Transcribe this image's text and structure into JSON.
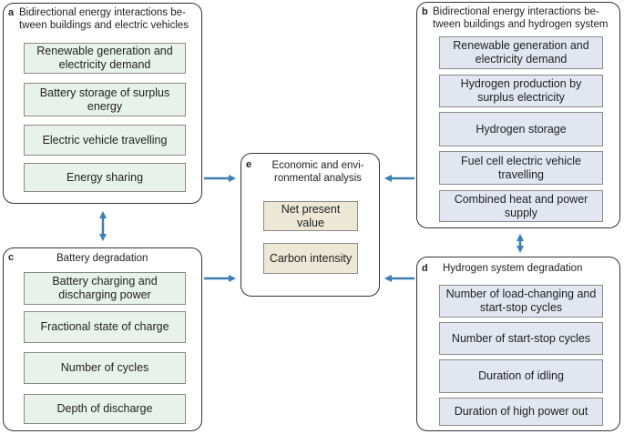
{
  "colors": {
    "arrow": "#3b7fb5",
    "green": "#e8f2ea",
    "blue": "#e2e6f1",
    "tan": "#ede7d6"
  },
  "panels": {
    "a": {
      "letter": "a",
      "title": "Bidirectional energy interactions be-\ntween buildings and electric vehicles",
      "items": [
        "Renewable generation and electricity demand",
        "Battery storage of surplus energy",
        "Electric vehicle travelling",
        "Energy sharing"
      ]
    },
    "b": {
      "letter": "b",
      "title": "Bidirectional energy interactions be-\ntween buildings and hydrogen system",
      "items": [
        "Renewable generation and electricity demand",
        "Hydrogen production by surplus electricity",
        "Hydrogen storage",
        "Fuel cell electric vehicle travelling",
        "Combined heat and power supply"
      ]
    },
    "c": {
      "letter": "c",
      "title": "Battery degradation",
      "items": [
        "Battery charging and discharging power",
        "Fractional state of charge",
        "Number of cycles",
        "Depth of discharge"
      ]
    },
    "d": {
      "letter": "d",
      "title": "Hydrogen system degradation",
      "items": [
        "Number of load-changing and start-stop cycles",
        "Number of start-stop cycles",
        "Duration of idling",
        "Duration of high power out"
      ]
    },
    "e": {
      "letter": "e",
      "title": "Economic and envi-\nronmental analysis",
      "items": [
        "Net present value",
        "Carbon intensity"
      ]
    }
  }
}
